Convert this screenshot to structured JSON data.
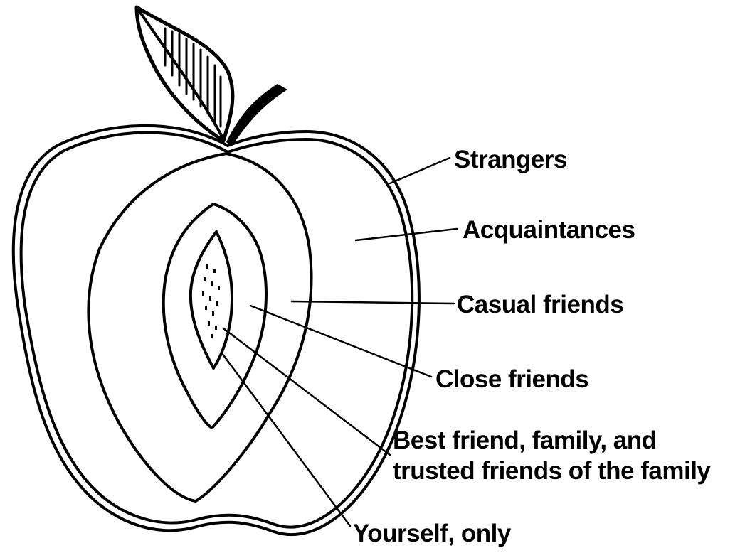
{
  "diagram": {
    "labels": {
      "strangers": "Strangers",
      "acquaintances": "Acquaintances",
      "casual_friends": "Casual friends",
      "close_friends": "Close friends",
      "best_friend_line1": "Best friend, family, and",
      "best_friend_line2": "trusted friends of the family",
      "yourself": "Yourself, only"
    }
  }
}
